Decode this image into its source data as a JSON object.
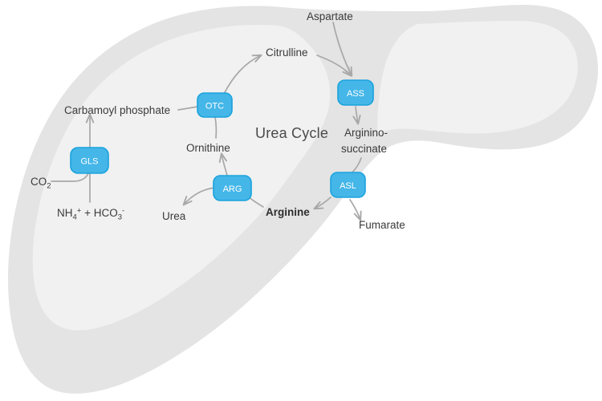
{
  "diagram": {
    "title": "Urea Cycle",
    "background_color": "#ffffff",
    "liver_outer_color": "#e4e4e4",
    "liver_inner_color": "#f1f1f1",
    "enzyme_fill_color": "#45b6e8",
    "enzyme_border_color": "#1aa3dd",
    "enzyme_label_color": "#ffffff",
    "arrow_color": "#a8a8a8",
    "text_color": "#3a3a3a"
  },
  "enzymes": [
    {
      "id": "gls",
      "label": "GLS",
      "name": "glutaminase-enzyme-node"
    },
    {
      "id": "otc",
      "label": "OTC",
      "name": "ornithine-transcarbamylase-enzyme-node"
    },
    {
      "id": "ass",
      "label": "ASS",
      "name": "argininosuccinate-synthetase-enzyme-node"
    },
    {
      "id": "asl",
      "label": "ASL",
      "name": "argininosuccinate-lyase-enzyme-node"
    },
    {
      "id": "arg",
      "label": "ARG",
      "name": "arginase-enzyme-node"
    }
  ],
  "metabolites": [
    {
      "id": "co2",
      "label": "CO",
      "sub": "2",
      "bold": false
    },
    {
      "id": "ammonium_bicarbonate",
      "label": "NH",
      "sub1": "4",
      "sup1": "+",
      "mid": " + HCO",
      "sub2": "3",
      "sup2": "-",
      "bold": false
    },
    {
      "id": "carbamoyl_phosphate",
      "label": "Carbamoyl phosphate",
      "bold": false
    },
    {
      "id": "ornithine",
      "label": "Ornithine",
      "bold": false
    },
    {
      "id": "citrulline",
      "label": "Citrulline",
      "bold": false
    },
    {
      "id": "aspartate",
      "label": "Aspartate",
      "bold": false
    },
    {
      "id": "argininosuccinate_line1",
      "label": "Arginino-",
      "bold": false
    },
    {
      "id": "argininosuccinate_line2",
      "label": "succinate",
      "bold": false
    },
    {
      "id": "fumarate",
      "label": "Fumarate",
      "bold": false
    },
    {
      "id": "arginine",
      "label": "Arginine",
      "bold": true
    },
    {
      "id": "urea",
      "label": "Urea",
      "bold": false
    }
  ],
  "labels": {
    "cycle_title": "Urea Cycle",
    "co2": "CO",
    "co2_sub": "2",
    "nh4": "NH",
    "nh4_sub": "4",
    "nh4_sup": "+",
    "plus_hco3": " + HCO",
    "hco3_sub": "3",
    "hco3_sup": "-",
    "carbamoyl_phosphate": "Carbamoyl phosphate",
    "ornithine": "Ornithine",
    "citrulline": "Citrulline",
    "aspartate": "Aspartate",
    "argininosuccinate_1": "Arginino-",
    "argininosuccinate_2": "succinate",
    "fumarate": "Fumarate",
    "arginine": "Arginine",
    "urea": "Urea",
    "gls": "GLS",
    "otc": "OTC",
    "ass": "ASS",
    "asl": "ASL",
    "arg": "ARG"
  },
  "pathway_steps": [
    {
      "from": "NH4+ + HCO3-",
      "via": "GLS",
      "to": "Carbamoyl phosphate"
    },
    {
      "from": "CO2",
      "via": "GLS",
      "to": "Carbamoyl phosphate"
    },
    {
      "from": "Carbamoyl phosphate",
      "via": "OTC",
      "to": "Citrulline"
    },
    {
      "from": "Ornithine",
      "via": "OTC",
      "to": "Citrulline"
    },
    {
      "from": "Citrulline",
      "via": "ASS",
      "to": "Arginino-succinate"
    },
    {
      "from": "Aspartate",
      "via": "ASS",
      "to": "Arginino-succinate"
    },
    {
      "from": "Arginino-succinate",
      "via": "ASL",
      "to": "Arginine"
    },
    {
      "from": "Arginino-succinate",
      "via": "ASL",
      "to": "Fumarate"
    },
    {
      "from": "Arginine",
      "via": "ARG",
      "to": "Ornithine"
    },
    {
      "from": "Arginine",
      "via": "ARG",
      "to": "Urea"
    }
  ]
}
